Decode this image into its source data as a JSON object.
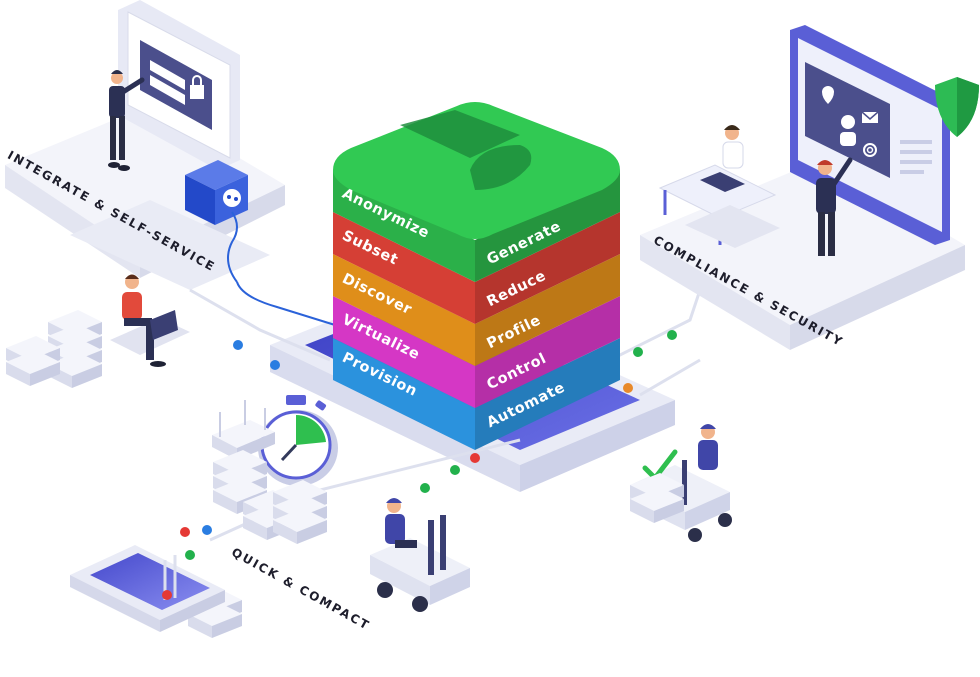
{
  "sections": {
    "integrate": "INTEGRATE & SELF-SERVICE",
    "compliance": "COMPLIANCE & SECURITY",
    "quick": "QUICK & COMPACT"
  },
  "stack_layers": [
    {
      "left": "Anonymize",
      "right": "Generate",
      "color": "#2fbf4f"
    },
    {
      "left": "Subset",
      "right": "Reduce",
      "color": "#e8443a"
    },
    {
      "left": "Discover",
      "right": "Profile",
      "color": "#f29a1c"
    },
    {
      "left": "Virtualize",
      "right": "Control",
      "color": "#e83cd6"
    },
    {
      "left": "Provision",
      "right": "Automate",
      "color": "#2f9ff0"
    }
  ],
  "colors": {
    "platform": "#eef0f8",
    "accent_indigo": "#5a5fd6",
    "line_blue": "#2b62d9",
    "dot_green": "#22b14c",
    "dot_red": "#e53935",
    "dot_blue": "#2a7de1",
    "dot_orange": "#e8892a",
    "shield_green": "#2dbb54"
  },
  "icons": [
    "lock-icon",
    "power-socket-icon",
    "stopwatch-icon",
    "shield-icon",
    "mail-icon",
    "location-pin-icon",
    "fingerprint-icon",
    "checkmark-icon",
    "forklift-icon",
    "server-stack-icon",
    "database-logo-icon"
  ]
}
